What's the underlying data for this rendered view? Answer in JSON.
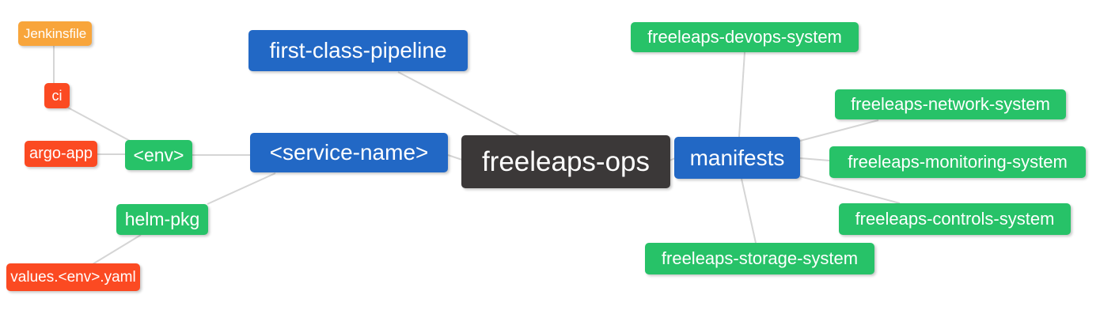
{
  "diagram": {
    "type": "mindmap",
    "root": "freeleaps-ops",
    "background": "#ffffff",
    "palette": {
      "root": "#3b3838",
      "blue": "#2268c5",
      "green": "#27c268",
      "orange": "#f8a53b",
      "red": "#fb4a22",
      "edge": "#d5d5d5",
      "text": "#ffffff",
      "bg": "#ffffff"
    },
    "nodes": [
      {
        "id": "jenkinsfile",
        "label": "Jenkinsfile",
        "color": "orange",
        "level": 4
      },
      {
        "id": "ci",
        "label": "ci",
        "color": "red",
        "level": 3
      },
      {
        "id": "argo-app",
        "label": "argo-app",
        "color": "red",
        "level": 3
      },
      {
        "id": "env",
        "label": "<env>",
        "color": "green",
        "level": 2
      },
      {
        "id": "helm-pkg",
        "label": "helm-pkg",
        "color": "green",
        "level": 2
      },
      {
        "id": "values-env-yaml",
        "label": "values.<env>.yaml",
        "color": "red",
        "level": 3
      },
      {
        "id": "first-class-pipeline",
        "label": "first-class-pipeline",
        "color": "blue",
        "level": 1
      },
      {
        "id": "service-name",
        "label": "<service-name>",
        "color": "blue",
        "level": 1
      },
      {
        "id": "freeleaps-ops",
        "label": "freeleaps-ops",
        "color": "root",
        "level": 0
      },
      {
        "id": "manifests",
        "label": "manifests",
        "color": "blue",
        "level": 1
      },
      {
        "id": "freeleaps-devops-system",
        "label": "freeleaps-devops-system",
        "color": "green",
        "level": 2
      },
      {
        "id": "freeleaps-network-system",
        "label": "freeleaps-network-system",
        "color": "green",
        "level": 2
      },
      {
        "id": "freeleaps-monitoring-system",
        "label": "freeleaps-monitoring-system",
        "color": "green",
        "level": 2
      },
      {
        "id": "freeleaps-controls-system",
        "label": "freeleaps-controls-system",
        "color": "green",
        "level": 2
      },
      {
        "id": "freeleaps-storage-system",
        "label": "freeleaps-storage-system",
        "color": "green",
        "level": 2
      }
    ],
    "edges": [
      {
        "from": "ci",
        "to": "jenkinsfile"
      },
      {
        "from": "env",
        "to": "ci"
      },
      {
        "from": "env",
        "to": "argo-app"
      },
      {
        "from": "service-name",
        "to": "env"
      },
      {
        "from": "service-name",
        "to": "helm-pkg"
      },
      {
        "from": "helm-pkg",
        "to": "values-env-yaml"
      },
      {
        "from": "freeleaps-ops",
        "to": "first-class-pipeline"
      },
      {
        "from": "freeleaps-ops",
        "to": "service-name"
      },
      {
        "from": "freeleaps-ops",
        "to": "manifests"
      },
      {
        "from": "manifests",
        "to": "freeleaps-devops-system"
      },
      {
        "from": "manifests",
        "to": "freeleaps-network-system"
      },
      {
        "from": "manifests",
        "to": "freeleaps-monitoring-system"
      },
      {
        "from": "manifests",
        "to": "freeleaps-controls-system"
      },
      {
        "from": "manifests",
        "to": "freeleaps-storage-system"
      }
    ]
  }
}
